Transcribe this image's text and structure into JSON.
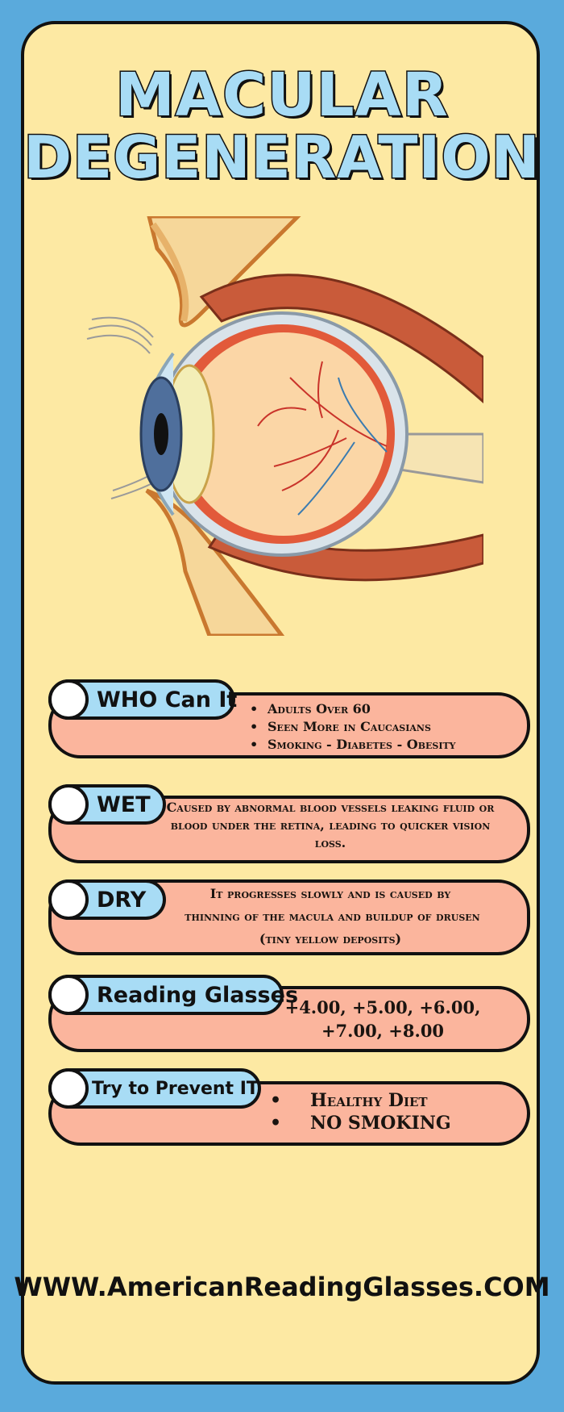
{
  "title": {
    "line1": "MACULAR",
    "line2": "DEGENERATION"
  },
  "sections": {
    "who": {
      "label": "WHO Can It",
      "items": [
        "Adults Over 60",
        "Seen More in Caucasians",
        "Smoking - Diabetes - Obesity"
      ]
    },
    "wet": {
      "label": "WET",
      "text": "Caused by abnormal blood vessels leaking fluid or blood under the retina, leading to quicker vision loss."
    },
    "dry": {
      "label": "DRY",
      "text1": "It progresses slowly and is caused by",
      "text2": "thinning of the macula and buildup of drusen",
      "text3": "(tiny yellow deposits)"
    },
    "glasses": {
      "label": "Reading Glasses",
      "line1": "+4.00, +5.00, +6.00,",
      "line2": "+7.00, +8.00"
    },
    "prevent": {
      "label": "Try to Prevent IT",
      "items": [
        "Healthy Diet",
        "NO SMOKING"
      ]
    }
  },
  "footer": "WWW.AmericanReadingGlasses.COM",
  "colors": {
    "background": "#5aaadc",
    "card": "#fde9a3",
    "pill": "#fbb59d",
    "tab": "#a8dcf5"
  }
}
